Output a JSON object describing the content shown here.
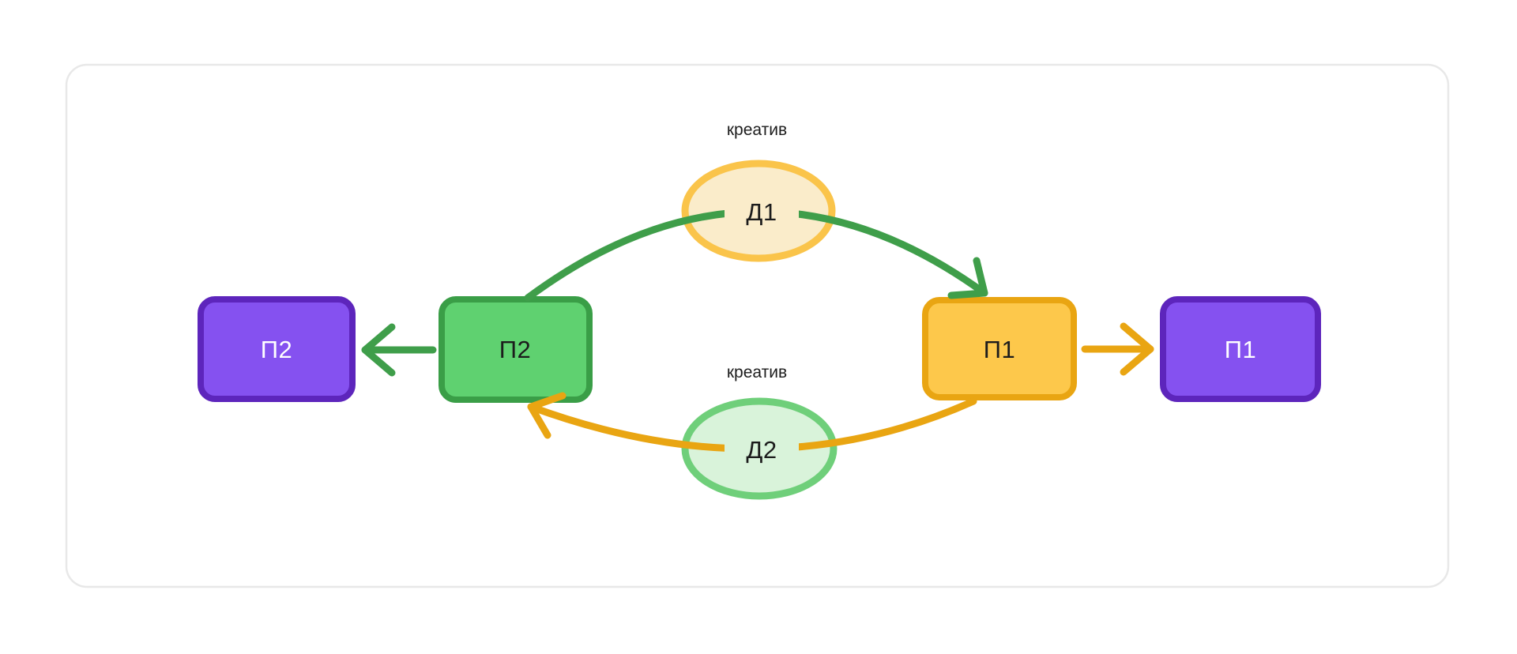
{
  "diagram": {
    "nodes": {
      "p2_left": {
        "label": "П2"
      },
      "p2_green": {
        "label": "П2"
      },
      "p1_orange": {
        "label": "П1"
      },
      "p1_right": {
        "label": "П1"
      },
      "d1": {
        "label": "Д1",
        "caption": "креатив"
      },
      "d2": {
        "label": "Д2",
        "caption": "креатив"
      }
    },
    "colors": {
      "card_bg": "#ffffff",
      "card_border": "#e8e8e8",
      "purple_fill": "#8551f0",
      "purple_border": "#5d25bc",
      "green_fill": "#5fd170",
      "green_border": "#3a9e47",
      "orange_fill": "#fdc84b",
      "orange_border": "#e9a512",
      "cream_fill": "#faecca",
      "yellow_border": "#fac44a",
      "lightgreen_fill": "#d9f3da",
      "lightgreen_border": "#6fcf7a",
      "green_arrow": "#3f9e4a",
      "orange_arrow": "#e9a512",
      "text_dark": "#1c1c1c",
      "text_light": "#ffffff"
    }
  }
}
